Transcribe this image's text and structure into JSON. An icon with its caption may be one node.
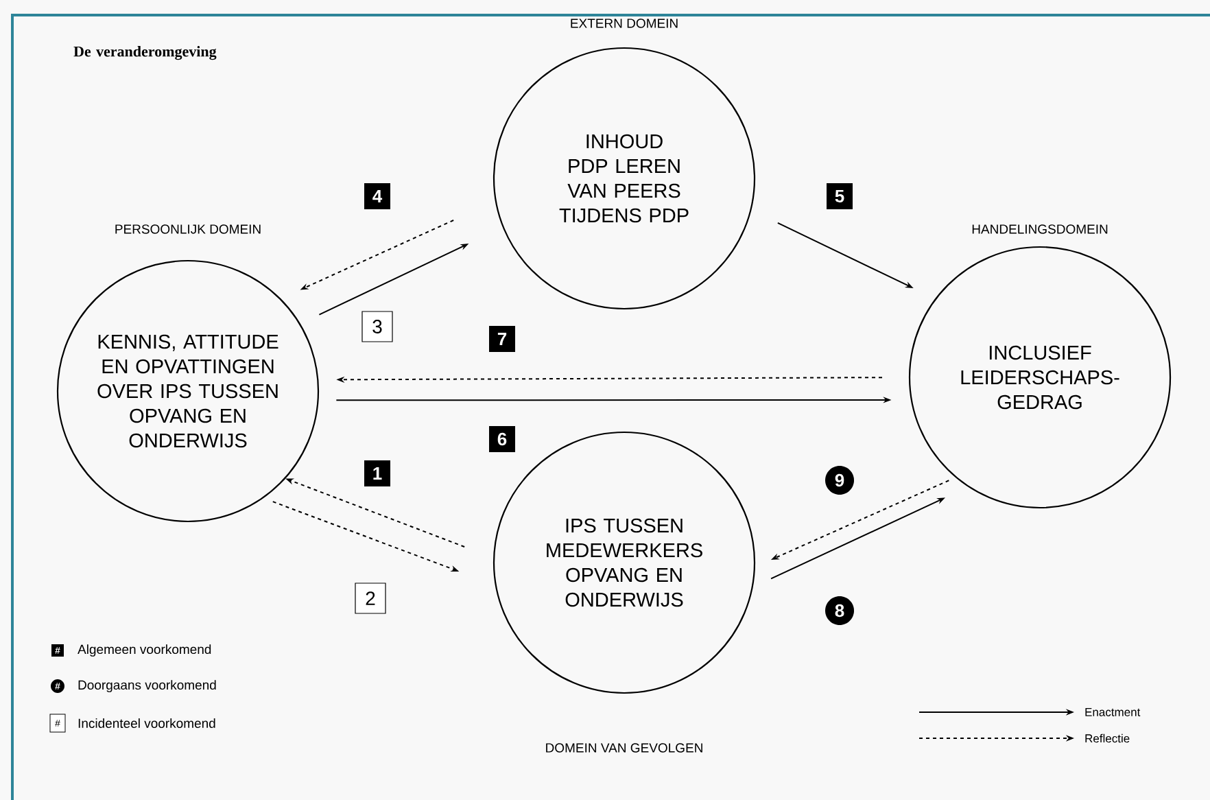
{
  "diagram": {
    "title": "De veranderomgeving",
    "nodes": [
      {
        "text": [
          "KENNIS, ATTITUDE EN OPVATTINGEN OVER IPS TUSSEN OPVANG EN ONDERWIJS"
        ],
        "beside": [
          "PERSOONLIJK DOMEIN"
        ]
      },
      {
        "text": [
          "INHOUD PDP LEREN VAN PEERS TIJDENS PDP"
        ],
        "beside": [
          "EXTERN DOMEIN"
        ]
      },
      {
        "text": [
          "INCLUSIEF LEIDERSCHAPS-GEDRAG"
        ],
        "beside": [
          "HANDELINGSDOMEIN"
        ]
      },
      {
        "text": [
          "IPS TUSSEN MEDEWERKERS OPVANG EN ONDERWIJS"
        ],
        "beside": [
          "DOMEIN VAN GEVOLGEN"
        ]
      }
    ],
    "edges": [
      {
        "from": 3,
        "to": 0,
        "arrow": "to",
        "label": "1",
        "style": "dashed"
      },
      {
        "from": 0,
        "to": 3,
        "arrow": "to",
        "label": "2",
        "style": "dashed"
      },
      {
        "from": 0,
        "to": 1,
        "arrow": "to",
        "label": "3"
      },
      {
        "from": 1,
        "to": 0,
        "arrow": "to",
        "label": "4",
        "style": "dashed"
      },
      {
        "from": 1,
        "to": 2,
        "arrow": "to",
        "label": "5"
      },
      {
        "from": 0,
        "to": 2,
        "arrow": "to",
        "label": "6"
      },
      {
        "from": 2,
        "to": 0,
        "arrow": "to",
        "label": "7",
        "style": "dashed"
      },
      {
        "from": 3,
        "to": 2,
        "arrow": "to",
        "label": "8"
      },
      {
        "from": 2,
        "to": 3,
        "arrow": "to",
        "label": "9",
        "style": "dashed"
      }
    ],
    "labels": [
      "#",
      "#",
      "#"
    ],
    "legend": [
      {
        "text": "Algemeen voorkomend"
      },
      {
        "text": "Doorgaans voorkomend"
      },
      {
        "text": "Incidenteel voorkomend"
      },
      {
        "text": "Enactment"
      },
      {
        "text": "Reflectie"
      }
    ]
  }
}
